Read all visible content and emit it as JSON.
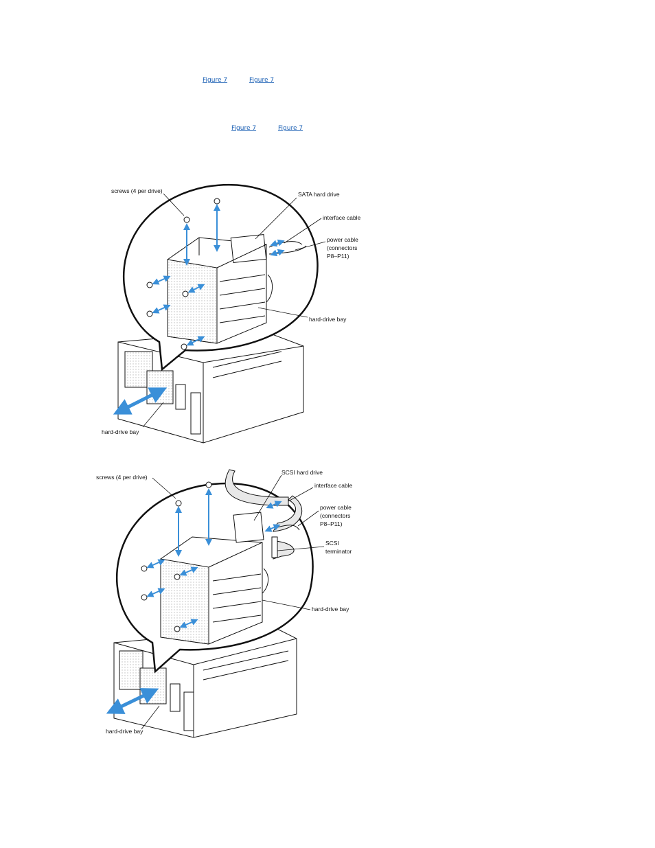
{
  "links": {
    "row1": [
      "Figure 7",
      "Figure 7"
    ],
    "row2": [
      "Figure 7",
      "Figure 7"
    ]
  },
  "figure_sata": {
    "labels": {
      "screws": "screws (4 per drive)",
      "drive": "SATA hard drive",
      "interface": "interface cable",
      "power_1": "power cable",
      "power_2": "(connectors",
      "power_3": "P8–P11)",
      "bay_inset": "hard-drive bay",
      "bay_chassis": "hard-drive bay"
    }
  },
  "figure_scsi": {
    "labels": {
      "screws": "screws (4 per drive)",
      "drive": "SCSI hard drive",
      "interface": "interface cable",
      "power_1": "power cable",
      "power_2": "(connectors",
      "power_3": "P8–P11)",
      "term_1": "SCSI",
      "term_2": "terminator",
      "bay_inset": "hard-drive bay",
      "bay_chassis": "hard-drive bay"
    }
  },
  "colors": {
    "link": "#1a5fb4",
    "arrow": "#3a8fd8",
    "line": "#111111"
  }
}
